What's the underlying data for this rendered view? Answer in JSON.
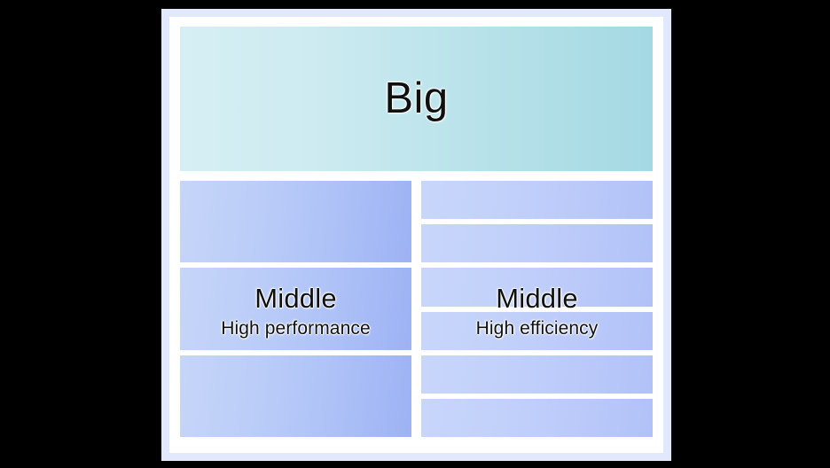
{
  "diagram": {
    "background_color": "#000000",
    "frame_color": "#e3e9fd",
    "substrate_color": "#ffffff",
    "big_core": {
      "label": "Big",
      "gradient_from": "#d6eff4",
      "gradient_to": "#a4d9e3",
      "band_count": 1
    },
    "clusters": [
      {
        "id": "performance",
        "title": "Middle",
        "subtitle": "High performance",
        "band_count": 3,
        "gradient_from": "#c6d5f9",
        "gradient_to": "#9db2f4"
      },
      {
        "id": "efficiency",
        "title": "Middle",
        "subtitle": "High efficiency",
        "band_count": 6,
        "gradient_from": "#c8d6fb",
        "gradient_to": "#b1c2f8"
      }
    ]
  }
}
